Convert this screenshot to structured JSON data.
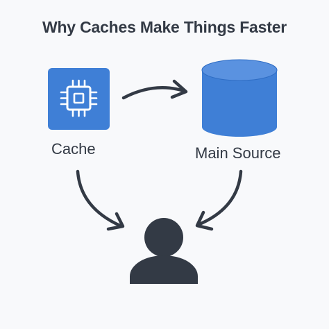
{
  "title": "Why Caches Make Things Faster",
  "nodes": {
    "cache": {
      "label": "Cache",
      "icon": "cpu-chip-icon"
    },
    "main_source": {
      "label": "Main Source",
      "icon": "database-cylinder-icon"
    },
    "user": {
      "icon": "user-person-icon"
    }
  },
  "edges": [
    {
      "from": "cache",
      "to": "main_source"
    },
    {
      "from": "cache",
      "to": "user"
    },
    {
      "from": "main_source",
      "to": "user"
    }
  ],
  "colors": {
    "accent": "#3f7fd6",
    "accent_dark": "#2f6dc4",
    "ink": "#333a45",
    "background": "#f8f9fb"
  }
}
